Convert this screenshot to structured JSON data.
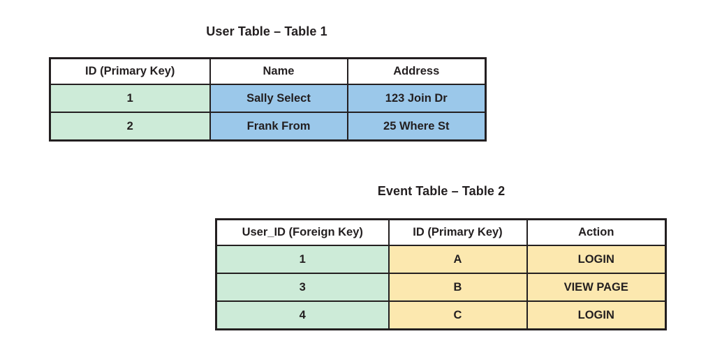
{
  "page": {
    "background_color": "#ffffff",
    "text_color": "#231f20"
  },
  "palette": {
    "border": "#231f20",
    "key_column": "#cdebd8",
    "user_data": "#9bc8ea",
    "event_data": "#fce8af",
    "header": "#ffffff"
  },
  "user_table": {
    "title": "User Table – Table 1",
    "columns": [
      "ID (Primary Key)",
      "Name",
      "Address"
    ],
    "rows": [
      {
        "id": "1",
        "name": "Sally Select",
        "address": "123 Join Dr"
      },
      {
        "id": "2",
        "name": "Frank From",
        "address": "25 Where St"
      }
    ]
  },
  "event_table": {
    "title": "Event Table – Table 2",
    "columns": [
      "User_ID (Foreign Key)",
      "ID (Primary Key)",
      "Action"
    ],
    "rows": [
      {
        "user_id": "1",
        "id": "A",
        "action": "LOGIN"
      },
      {
        "user_id": "3",
        "id": "B",
        "action": "VIEW PAGE"
      },
      {
        "user_id": "4",
        "id": "C",
        "action": "LOGIN"
      }
    ]
  }
}
